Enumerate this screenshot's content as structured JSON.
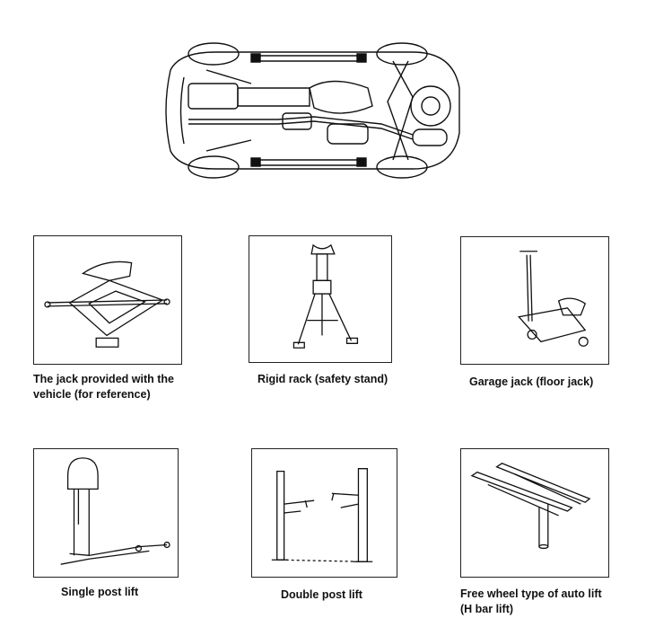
{
  "figures": [
    {
      "id": "vehicle-jack",
      "caption": "The jack provided with the\nvehicle (for reference)"
    },
    {
      "id": "rigid-rack",
      "caption": "Rigid rack (safety stand)"
    },
    {
      "id": "garage-jack",
      "caption": "Garage jack (floor jack)"
    },
    {
      "id": "single-post-lift",
      "caption": "Single post lift"
    },
    {
      "id": "double-post-lift",
      "caption": "Double post lift"
    },
    {
      "id": "free-wheel-lift",
      "caption": "Free wheel type of auto lift\n(H bar lift)"
    }
  ]
}
